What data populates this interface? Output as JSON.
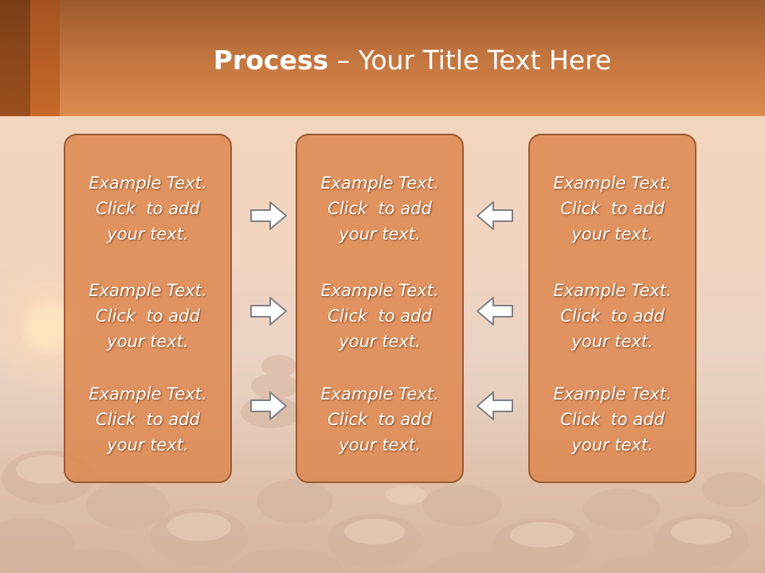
{
  "title": {
    "strong": "Process",
    "rest": " – Your Title Text Here"
  },
  "columns": [
    {
      "items": [
        [
          "Example Text.",
          "Click  to add",
          "your text."
        ],
        [
          "Example Text.",
          "Click  to add",
          "your text."
        ],
        [
          "Example Text.",
          "Click  to add",
          "your text."
        ]
      ]
    },
    {
      "items": [
        [
          "Example Text.",
          "Click  to add",
          "your text."
        ],
        [
          "Example Text.",
          "Click  to add",
          "your text."
        ],
        [
          "Example Text.",
          "Click  to add",
          "your text."
        ]
      ]
    },
    {
      "items": [
        [
          "Example Text.",
          "Click  to add",
          "your text."
        ],
        [
          "Example Text.",
          "Click  to add",
          "your text."
        ],
        [
          "Example Text.",
          "Click  to add",
          "your text."
        ]
      ]
    }
  ],
  "arrows": {
    "left_group": [
      "arrow-right-icon",
      "arrow-right-icon",
      "arrow-right-icon"
    ],
    "right_group": [
      "arrow-left-icon",
      "arrow-left-icon",
      "arrow-left-icon"
    ]
  },
  "colors": {
    "header": "#c0733d",
    "box_fill": "#dd884f",
    "box_border": "#9a5a33",
    "text": "#ffffff"
  }
}
